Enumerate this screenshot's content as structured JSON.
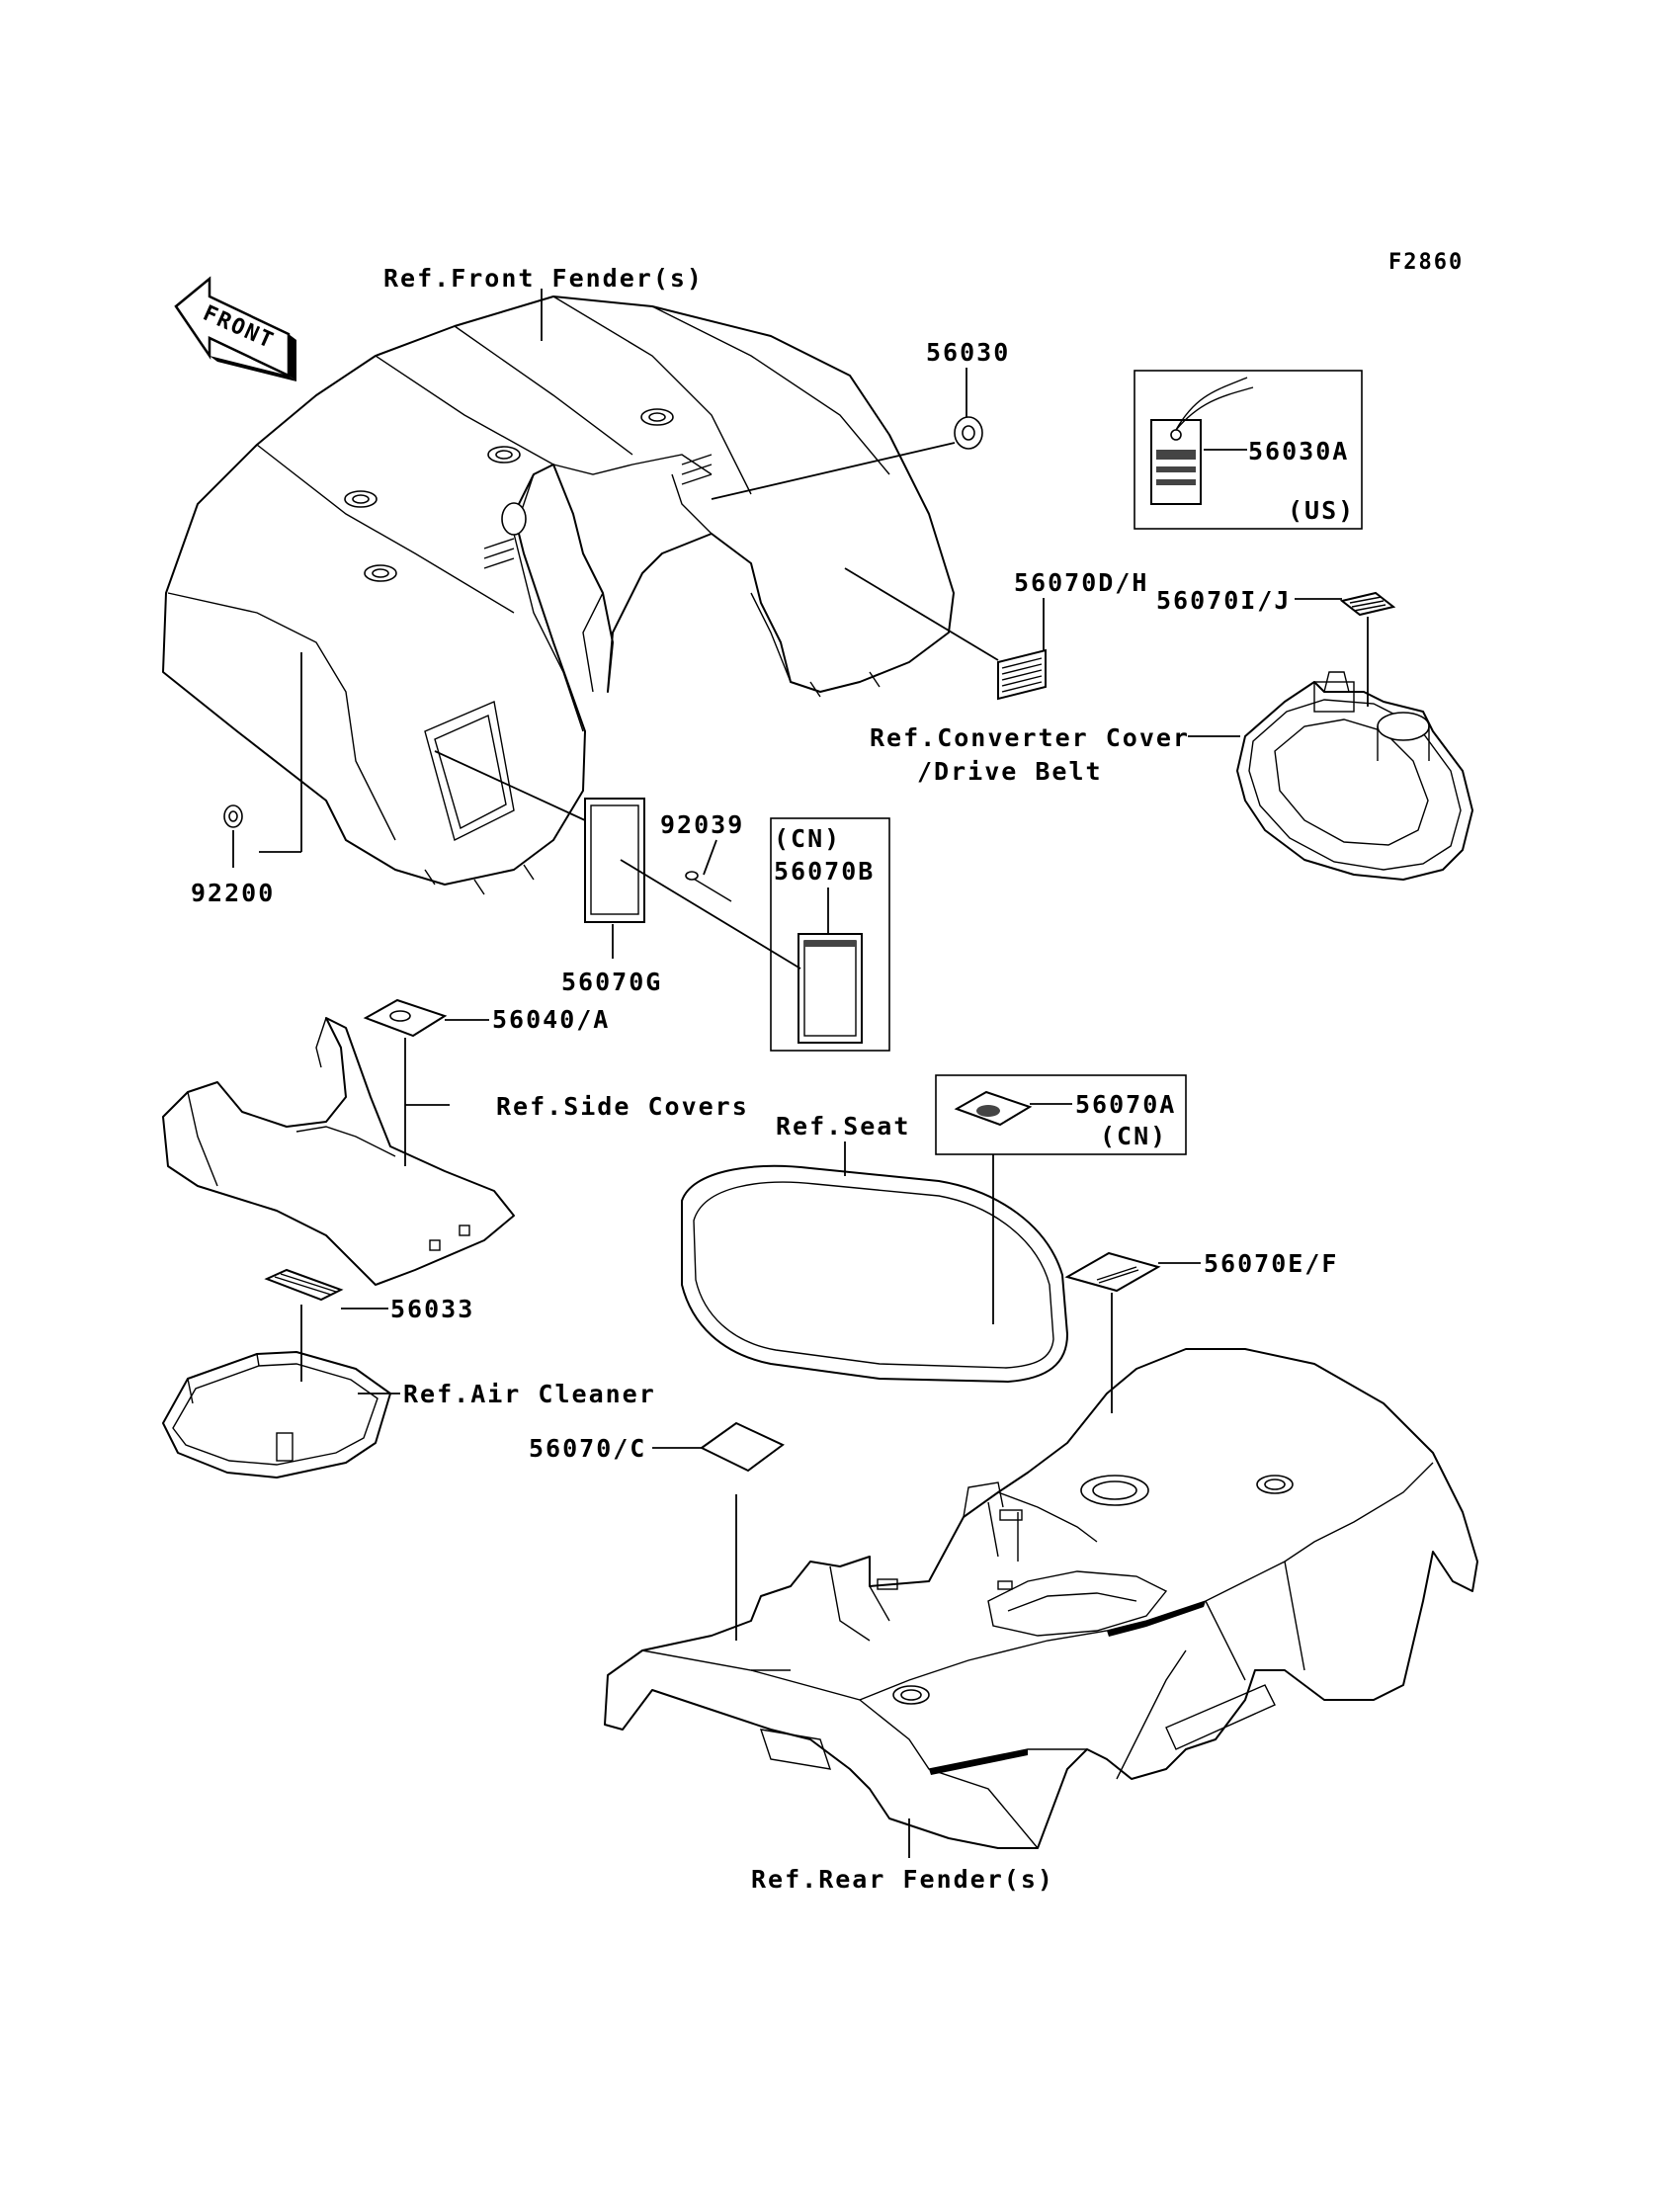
{
  "figure_id": "F2860",
  "front_arrow": "FRONT",
  "labels": {
    "front_fender": "Ref.Front Fender(s)",
    "p56030": "56030",
    "p56030A": "56030A",
    "us": "(US)",
    "p56070DH": "56070D/H",
    "p56070IJ": "56070I/J",
    "converter_cover_1": "Ref.Converter Cover",
    "converter_cover_2": "/Drive Belt",
    "p92039": "92039",
    "cn_b": "(CN)",
    "p56070B": "56070B",
    "p92200": "92200",
    "p56070G": "56070G",
    "p56040A": "56040/A",
    "side_covers": "Ref.Side Covers",
    "seat": "Ref.Seat",
    "p56070A": "56070A",
    "cn_a": "(CN)",
    "p56070EF": "56070E/F",
    "p56033": "56033",
    "air_cleaner": "Ref.Air Cleaner",
    "p56070C": "56070/C",
    "rear_fender": "Ref.Rear Fender(s)"
  }
}
